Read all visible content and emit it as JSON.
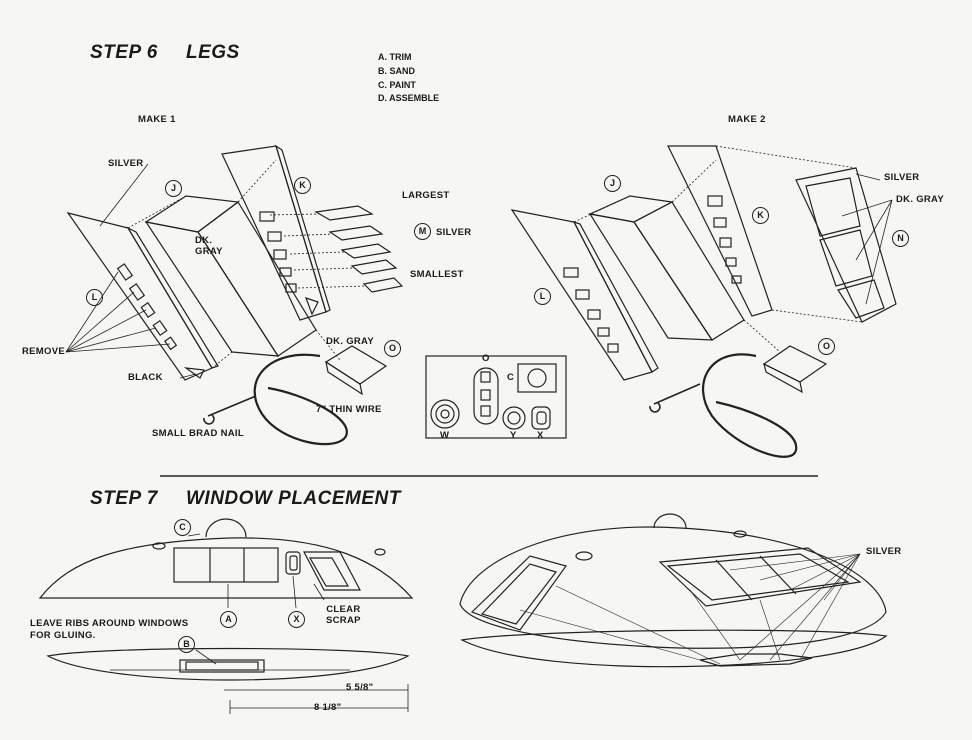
{
  "step6": {
    "number": "STEP 6",
    "title": "LEGS"
  },
  "key": [
    "A.  TRIM",
    "B.  SAND",
    "C.  PAINT",
    "D.  ASSEMBLE"
  ],
  "make1": "MAKE 1",
  "make2": "MAKE 2",
  "labels": {
    "silver": "SILVER",
    "dk_gray": "DK.\nGRAY",
    "largest": "LARGEST",
    "m_silver": "SILVER",
    "smallest": "SMALLEST",
    "remove": "REMOVE",
    "black": "BLACK",
    "dk_gray_o": "DK. GRAY",
    "thin_wire": "7\" THIN WIRE",
    "brad_nail": "SMALL BRAD NAIL",
    "silver_right": "SILVER",
    "dk_gray_right": "DK. GRAY"
  },
  "circles": {
    "J": "J",
    "K": "K",
    "L": "L",
    "M": "M",
    "N": "N",
    "O": "O",
    "C": "C",
    "A": "A",
    "B": "B",
    "X": "X"
  },
  "sprue": {
    "o": "O",
    "c": "C",
    "w": "W",
    "y": "Y",
    "x": "X"
  },
  "step7": {
    "number": "STEP 7",
    "title": "WINDOW PLACEMENT"
  },
  "step7_labels": {
    "clear_scrap": "CLEAR\nSCRAP",
    "leave_ribs": "LEAVE RIBS AROUND WINDOWS\nFOR GLUING.",
    "silver": "SILVER",
    "dim1": "5 5/8\"",
    "dim2": "8 1/8\""
  }
}
